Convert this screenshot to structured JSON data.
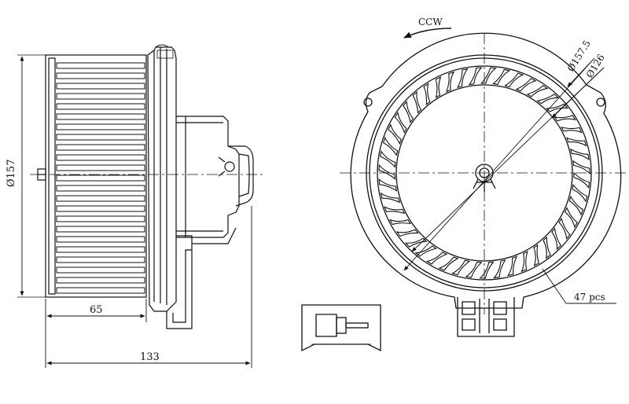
{
  "side_view": {
    "diameter_label": "Ø157",
    "wheel_width_label": "65",
    "total_length_label": "133"
  },
  "front_view": {
    "rotation_label": "CCW",
    "outer_diameter_label": "Ø157.5",
    "inner_diameter_label": "Ø126",
    "blade_count_label": "47 pcs",
    "blade_count": 47
  }
}
